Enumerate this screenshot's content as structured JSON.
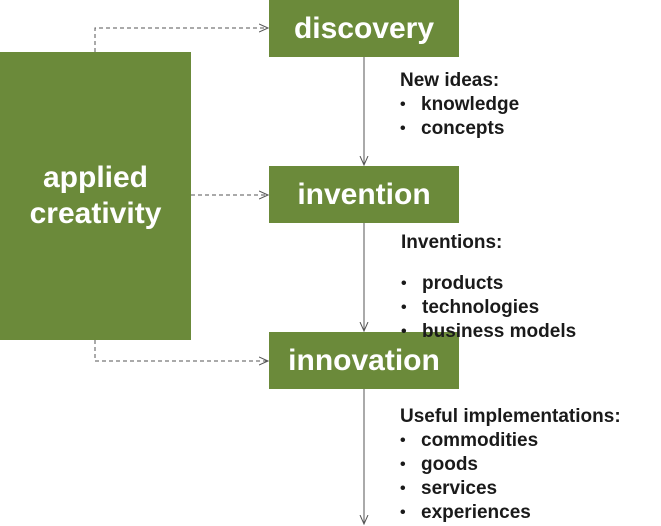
{
  "diagram": {
    "source": {
      "line1": "applied",
      "line2": "creativity"
    },
    "stages": [
      {
        "id": "discovery",
        "label": "discovery"
      },
      {
        "id": "invention",
        "label": "invention"
      },
      {
        "id": "innovation",
        "label": "innovation"
      }
    ],
    "outputs": [
      {
        "heading": "New ideas:",
        "items": [
          "knowledge",
          "concepts"
        ]
      },
      {
        "heading": "Inventions:",
        "items": [
          "products",
          "technologies",
          "business models"
        ]
      },
      {
        "heading": "Useful implementations:",
        "items": [
          "commodities",
          "goods",
          "services",
          "experiences"
        ]
      }
    ],
    "colors": {
      "box_fill": "#6b8a3a",
      "box_text": "#ffffff",
      "body_text": "#1a1a1a",
      "connector": "#555555"
    }
  }
}
